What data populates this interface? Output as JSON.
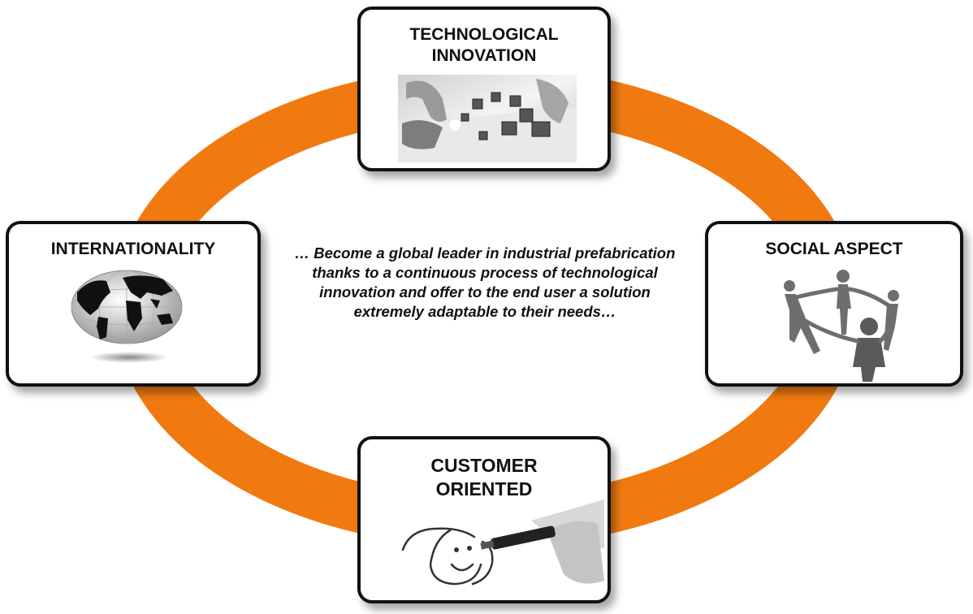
{
  "diagram": {
    "ring_color": "#f07a10",
    "center_text": "… Become a global leader in industrial prefabrication thanks to a continuous process of technological innovation and offer to the end user a solution extremely adaptable to their needs…",
    "cards": {
      "tech": {
        "title_line1": "TECHNOLOGICAL",
        "title_line2": "INNOVATION",
        "image": "hands-touching-cubes-photo"
      },
      "intl": {
        "title": "INTERNATIONALITY",
        "image": "globe-icon"
      },
      "social": {
        "title": "SOCIAL ASPECT",
        "image": "people-circle-icon"
      },
      "customer": {
        "title_line1": "CUSTOMER",
        "title_line2": "ORIENTED",
        "image": "smiley-drawing-photo"
      }
    }
  }
}
